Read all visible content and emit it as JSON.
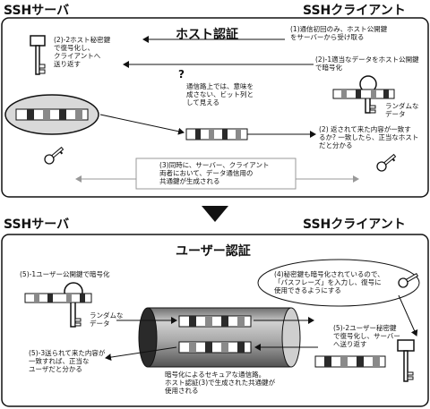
{
  "top": {
    "server_label": "SSHサーバ",
    "client_label": "SSHクライアント",
    "title": "ホスト認証",
    "notes": {
      "n1": "(1)通信初回のみ、ホスト公開鍵\nをサーバーから受け取る",
      "n21": "(2)-1適当なデータをホスト公開鍵\nで暗号化",
      "random": "ランダムな\nデータ",
      "mid": "通信路上では、意味を\n成さない、ビット列と\nして見える",
      "n22": "(2)-2ホスト秘密鍵\nで復号化し、\nクライアントへ\n送り返す",
      "n2": "(2) 返されて来た内容が一致す\nるか? 一致したら、正当なホスト\nだと分かる",
      "n3": "(3)同時に、サーバー、クライアント\n両者において、データ通信用の\n共通鍵が生成される"
    },
    "question_mark": "?"
  },
  "bottom": {
    "server_label": "SSHサーバ",
    "client_label": "SSHクライアント",
    "title": "ユーザー認証",
    "notes": {
      "n51": "(5)-1ユーザー公開鍵で暗号化",
      "n4": "(4)秘密鍵も暗号化されているので、\n「パスフレーズ」を入力し、復号に\n使用できるようにする",
      "random": "ランダムな\nデータ",
      "n52": "(5)-2ユーザー秘密鍵\nで復号化し、サーバー\nへ送り返す",
      "n53": "(5)-3送られて来た内容が\n一致すれば、正当な\nユーザだと分かる",
      "tunnel": "暗号化によるセキュアな通信路。\nホスト認証(3)で生成された共通鍵が\n使用される"
    }
  },
  "colors": {
    "dark": "#2b2b2b",
    "mid": "#8a8a8a",
    "light": "#e8e8e8",
    "ellipse": "#d9d9d9"
  }
}
